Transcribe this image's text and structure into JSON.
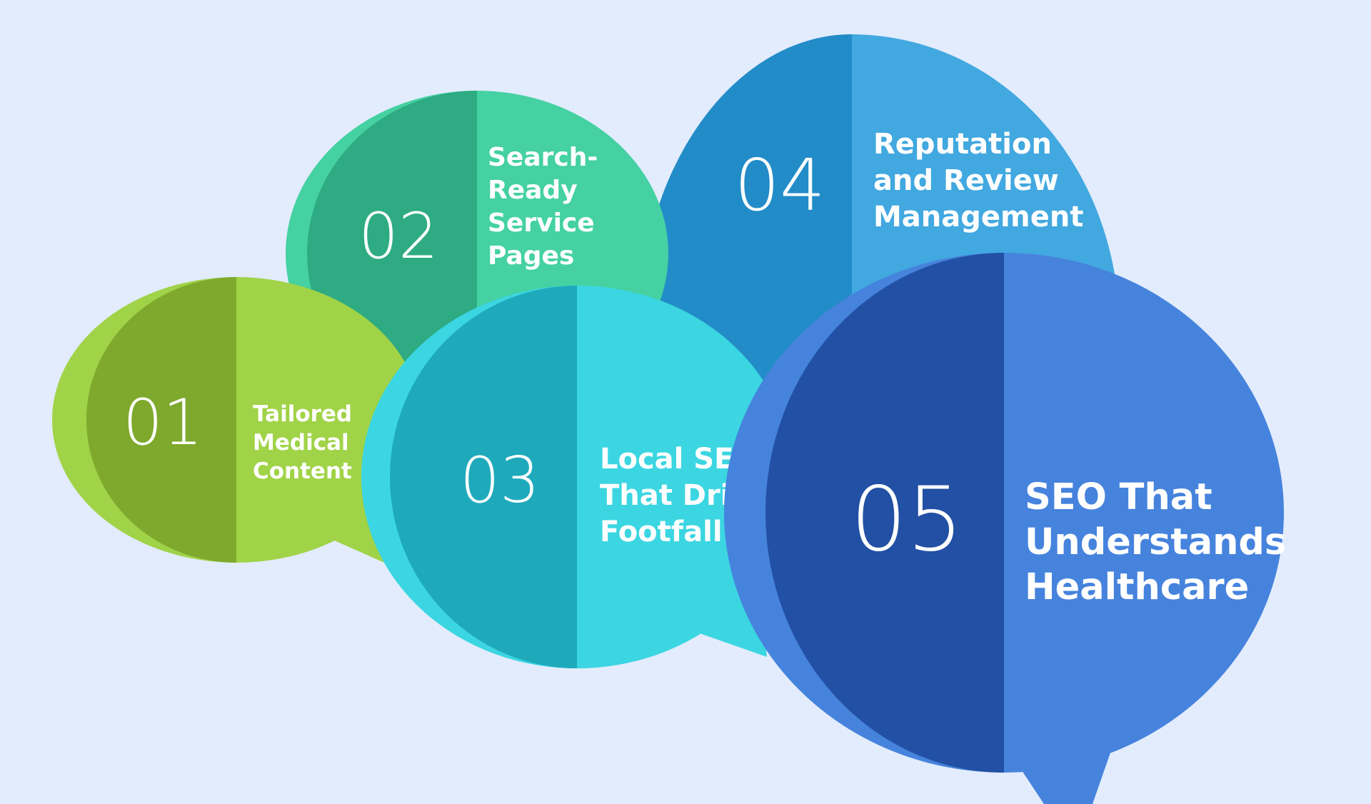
{
  "title": "",
  "items": [
    {
      "number": "01",
      "label_lines": [
        "Tailored",
        "Medical",
        "Content"
      ],
      "color_dark": "#7ea92d",
      "color_light": "#a0d347"
    },
    {
      "number": "02",
      "label_lines": [
        "Search-",
        "Ready",
        "Service",
        "Pages"
      ],
      "color_dark": "#2eab82",
      "color_light": "#45d1a2"
    },
    {
      "number": "03",
      "label_lines": [
        "Local SEO",
        "That Drives",
        "Footfall"
      ],
      "color_dark": "#1eaabb",
      "color_light": "#3bd6e1"
    },
    {
      "number": "04",
      "label_lines": [
        "Reputation",
        "and Review",
        "Management"
      ],
      "color_dark": "#228cc8",
      "color_light": "#42a8e0"
    },
    {
      "number": "05",
      "label_lines": [
        "SEO That",
        "Understands",
        "Healthcare"
      ],
      "color_dark": "#2250a4",
      "color_light": "#4683dd"
    }
  ],
  "background_color": "#e2ecfd"
}
